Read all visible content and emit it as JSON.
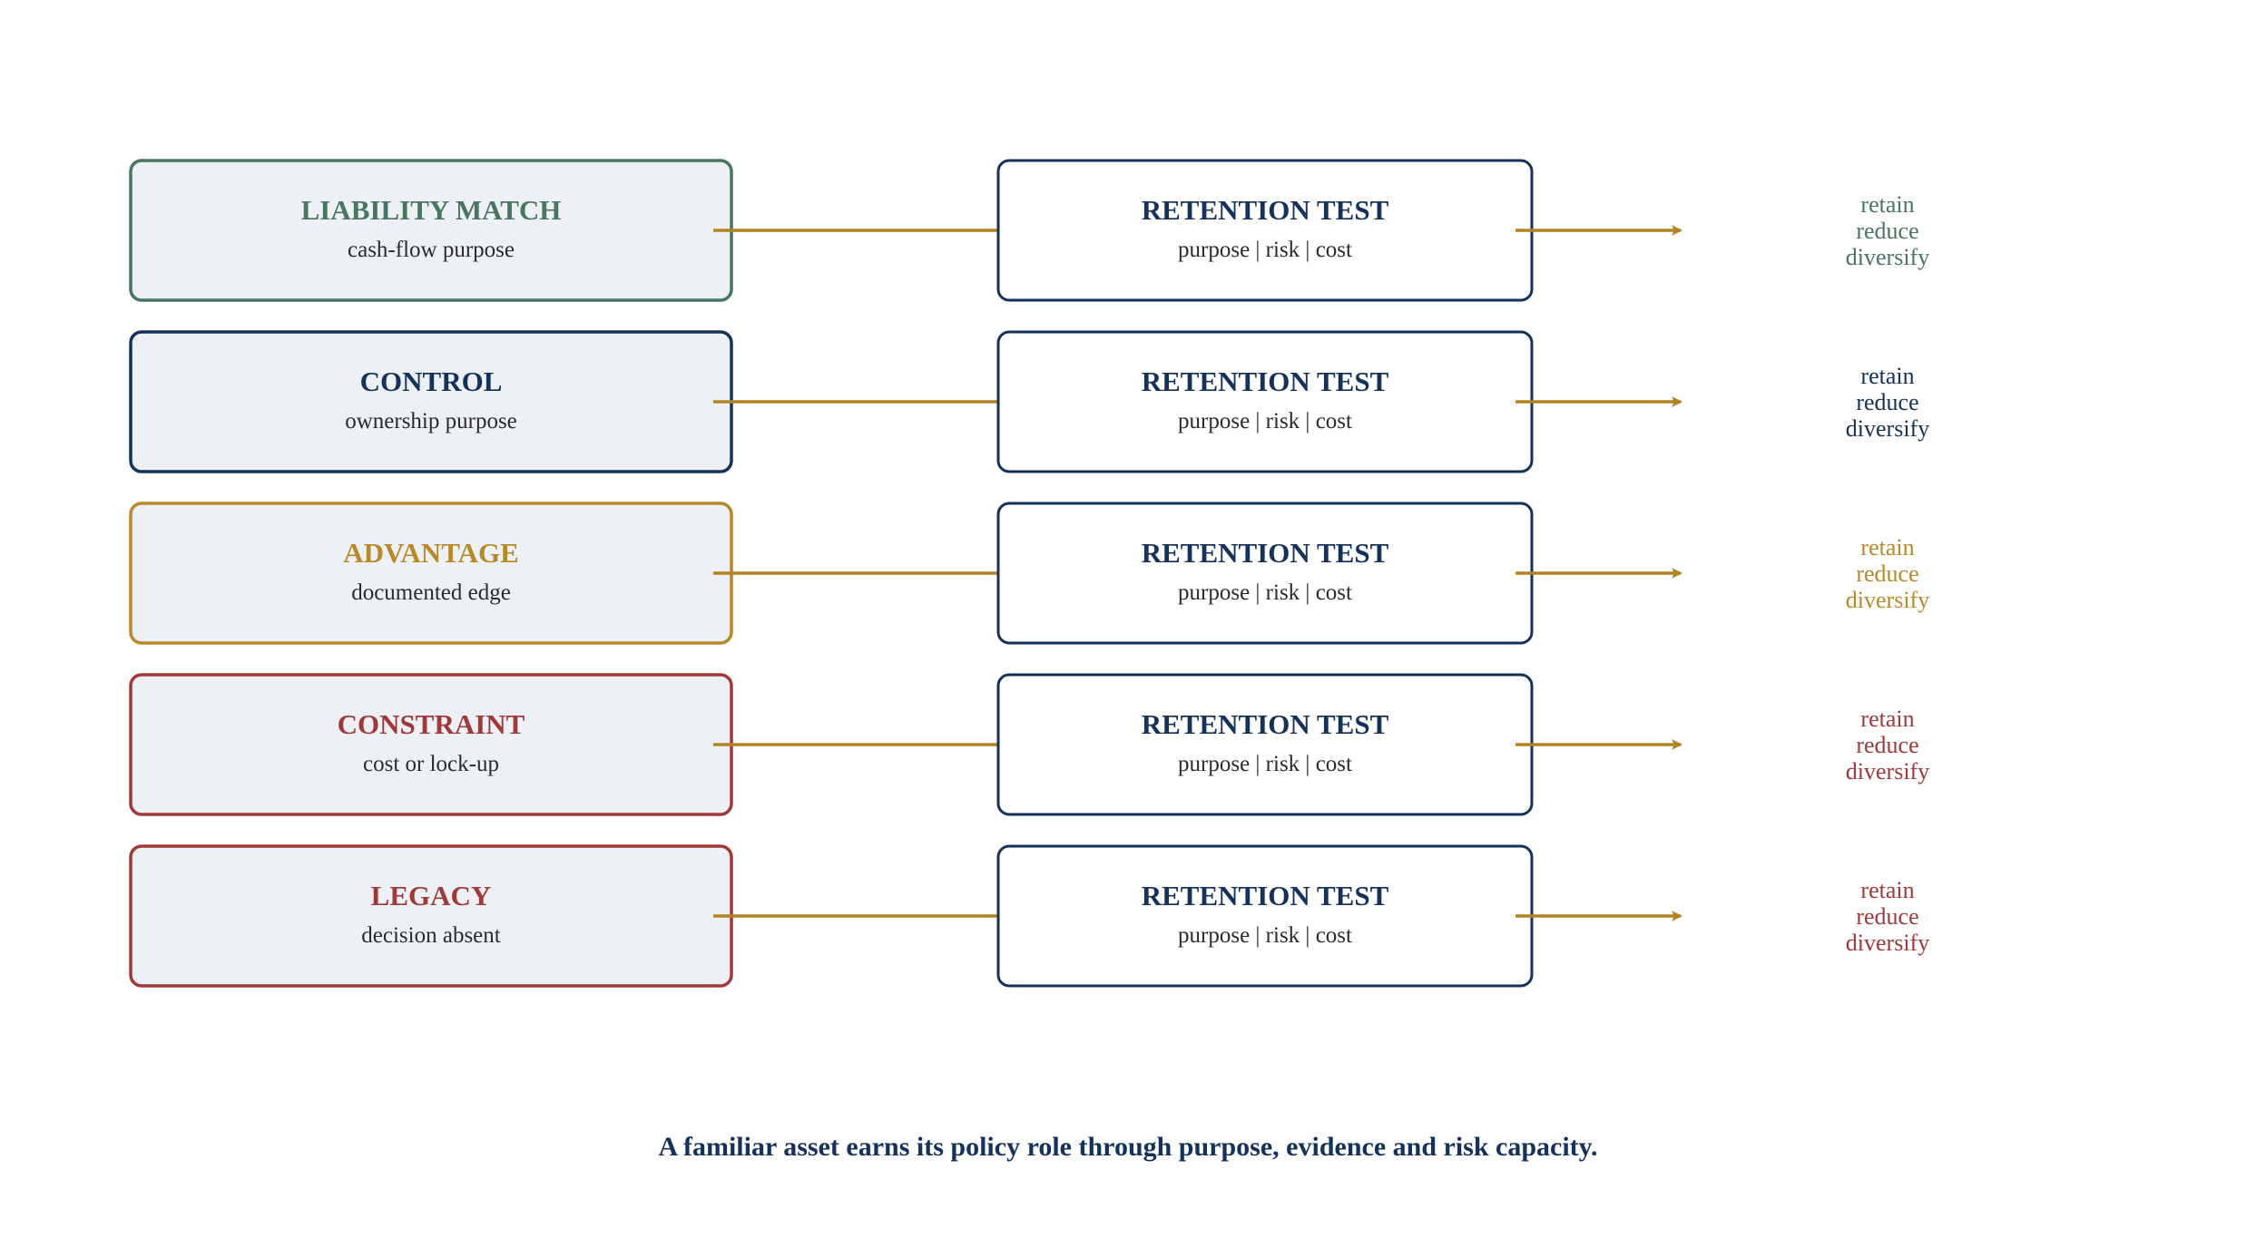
{
  "colors": {
    "green": "#4a7560",
    "navy": "#17325a",
    "gold": "#b8892a",
    "red": "#a03a3a",
    "box_fill": "#edf1f5",
    "arrow": "#b08424",
    "text_dark": "#2b2b2b"
  },
  "rows": [
    {
      "title": "LIABILITY MATCH",
      "subtitle": "cash-flow purpose",
      "color": "#4a7560"
    },
    {
      "title": "CONTROL",
      "subtitle": "ownership purpose",
      "color": "#17325a"
    },
    {
      "title": "ADVANTAGE",
      "subtitle": "documented edge",
      "color": "#b8892a"
    },
    {
      "title": "CONSTRAINT",
      "subtitle": "cost or lock-up",
      "color": "#a03a3a"
    },
    {
      "title": "LEGACY",
      "subtitle": "decision absent",
      "color": "#a03a3a"
    }
  ],
  "test": {
    "title": "RETENTION TEST",
    "subtitle": "purpose | risk | cost"
  },
  "outcomes": [
    "retain",
    "reduce",
    "diversify"
  ],
  "caption": "A familiar asset earns its policy role through purpose, evidence and risk capacity."
}
